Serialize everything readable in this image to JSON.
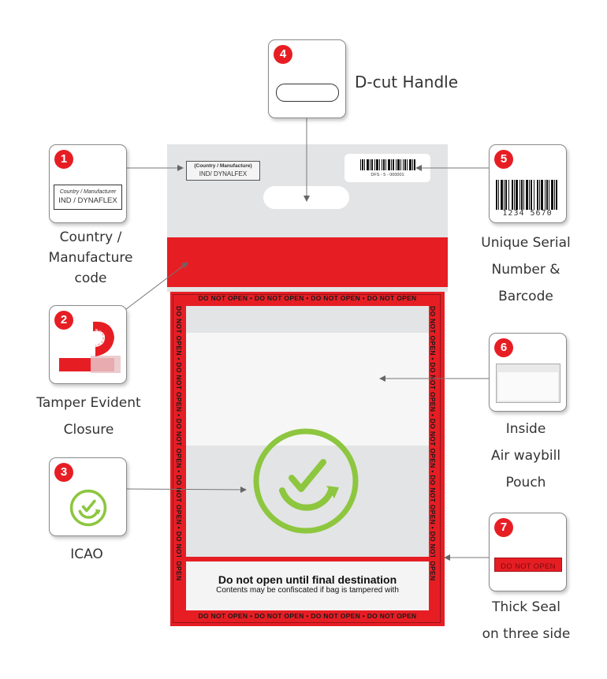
{
  "features": [
    {
      "num": "1",
      "label_lines": [
        "Country /",
        "Manufacture",
        "code"
      ],
      "icon": "country-code-icon"
    },
    {
      "num": "2",
      "label_lines": [
        "Tamper Evident",
        "Closure"
      ],
      "icon": "tamper-tape-icon"
    },
    {
      "num": "3",
      "label_lines": [
        "ICAO"
      ],
      "icon": "icao-check-icon"
    },
    {
      "num": "4",
      "label_lines": [
        "D-cut Handle"
      ],
      "icon": "d-cut-handle-icon"
    },
    {
      "num": "5",
      "label_lines": [
        "Unique Serial",
        "Number &",
        "Barcode"
      ],
      "icon": "barcode-icon"
    },
    {
      "num": "6",
      "label_lines": [
        "Inside",
        "Air waybill",
        "Pouch"
      ],
      "icon": "pouch-icon"
    },
    {
      "num": "7",
      "label_lines": [
        "Thick Seal",
        "on three side"
      ],
      "icon": "seal-strip-icon"
    }
  ],
  "icon1": {
    "line1": "Country / Manufacturer",
    "line2": "IND / DYNAFLEX"
  },
  "icon5": {
    "digits": "1234 5670"
  },
  "icon7": {
    "text": "DO NOT OPEN"
  },
  "bag": {
    "country_label": {
      "line1": "(Country / Manufacture)",
      "line2": "IND/ DYNALFEX"
    },
    "serial": "DFS - 5 - 000001",
    "seal_text": "DO NOT OPEN • DO NOT OPEN • DO NOT OPEN • DO NOT OPEN",
    "seal_text_vertical": "DO NOT OPEN • DO NOT OPEN • DO NOT OPEN • DO NOT OPEN • DO NOT OPEN",
    "warning_title": "Do not open until final destination",
    "warning_sub": "Contents may be confiscated if bag is tampered with"
  },
  "colors": {
    "accent_red": "#e61e24",
    "icao_green": "#8dc63f",
    "bag_grey": "#e3e4e5"
  }
}
